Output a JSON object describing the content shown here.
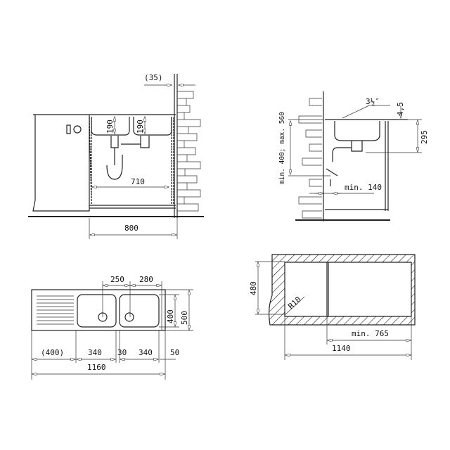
{
  "front_view": {
    "dim_wall_gap": "(35)",
    "dim_bowl_depth_left": "190",
    "dim_bowl_depth_right": "190",
    "dim_inner_width": "710",
    "dim_cabinet_width": "800"
  },
  "side_view": {
    "dim_drain_size": "3½″",
    "dim_rim": "4,5",
    "dim_depth": "295",
    "dim_outlet_height": "min. 400; max. 560",
    "dim_min_140": "min. 140"
  },
  "top_view": {
    "dim_250": "250",
    "dim_280": "280",
    "dim_400_v": "400",
    "dim_500": "500",
    "dim_drainer": "(400)",
    "dim_bowl1": "340",
    "dim_gap": "30",
    "dim_bowl2": "340",
    "dim_50": "50",
    "dim_total": "1160"
  },
  "cutout_view": {
    "dim_480": "480",
    "dim_radius": "R10",
    "dim_min_765": "min. 765",
    "dim_1140": "1140"
  }
}
